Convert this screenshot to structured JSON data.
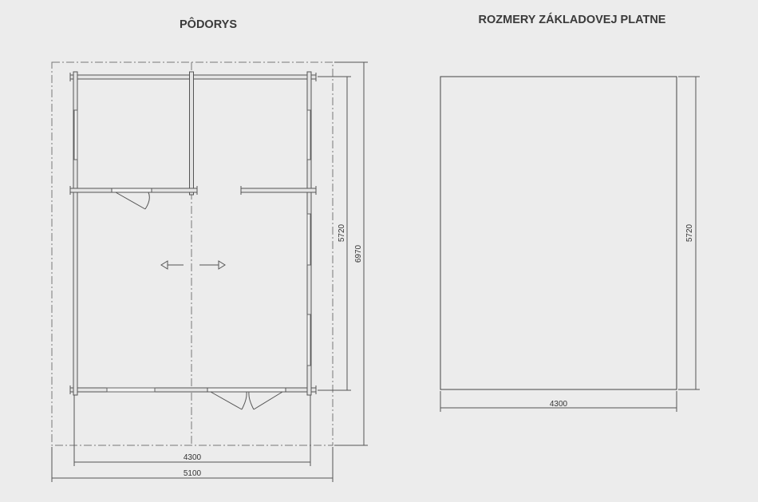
{
  "floorplan": {
    "title": "PÔDORYS",
    "dimensions": {
      "inner_width": "4300",
      "outer_width": "5100",
      "inner_depth": "5720",
      "outer_depth": "6970"
    }
  },
  "slab": {
    "title": "ROZMERY ZÁKLADOVEJ PLATNE",
    "dimensions": {
      "width": "4300",
      "depth": "5720"
    }
  },
  "colors": {
    "background": "#ececec",
    "line": "#555555",
    "wall_fill": "#e2e2e2"
  }
}
